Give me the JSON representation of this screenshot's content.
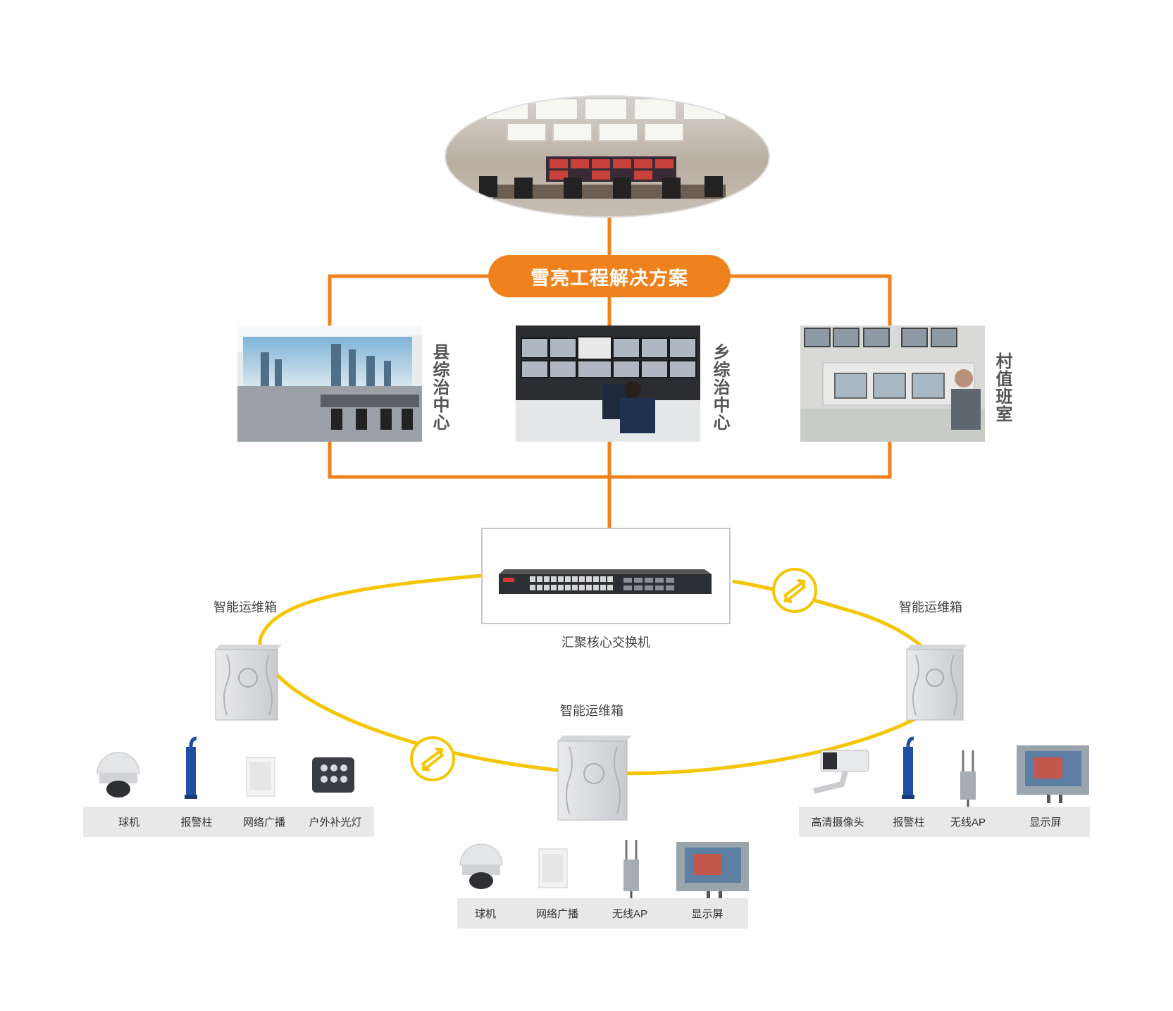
{
  "colors": {
    "orange": "#f0821e",
    "ring": "#f5c500",
    "strip_bg": "#e8e8e8",
    "label_gray": "#555555"
  },
  "title": "雪亮工程解决方案",
  "centers": [
    {
      "label": "县综治中心",
      "icon": "city-video-wall-photo"
    },
    {
      "label": "乡综治中心",
      "icon": "monitoring-room-photo"
    },
    {
      "label": "村值班室",
      "icon": "duty-room-photo"
    }
  ],
  "core_switch": {
    "label": "汇聚核心交换机",
    "icon": "network-switch-icon"
  },
  "boxes": {
    "left": "智能运维箱",
    "right": "智能运维箱",
    "bottom": "智能运维箱"
  },
  "device_groups": {
    "left": [
      "球机",
      "报警柱",
      "网络广播",
      "户外补光灯"
    ],
    "bottom": [
      "球机",
      "网络广播",
      "无线AP",
      "显示屏"
    ],
    "right": [
      "高清摄像头",
      "报警柱",
      "无线AP",
      "显示屏"
    ]
  }
}
